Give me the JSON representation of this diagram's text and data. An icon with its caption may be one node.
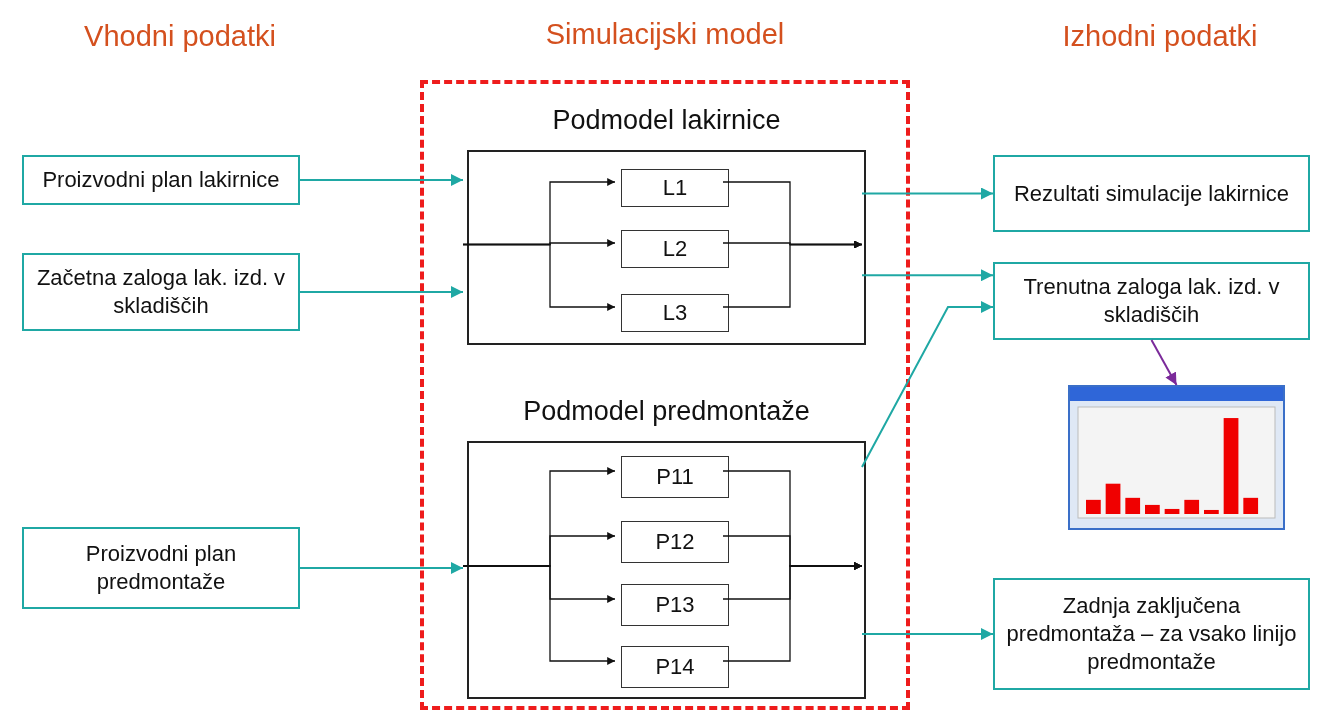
{
  "diagram": {
    "nodes": [
      {
        "text": [
          "Proizvodni plan lakirnice"
        ]
      },
      {
        "text": [
          "Začetna zaloga lak. izd. v skladiščih"
        ]
      },
      {
        "text": [
          "Proizvodni plan predmontaže"
        ]
      },
      {
        "text": [
          "Simulacijski model"
        ]
      },
      {
        "text": [
          "Podmodel lakirnice"
        ],
        "in": 3
      },
      {
        "text": [
          "L1"
        ],
        "in": 4
      },
      {
        "text": [
          "L2"
        ],
        "in": 4
      },
      {
        "text": [
          "L3"
        ],
        "in": 4
      },
      {
        "text": [
          "Podmodel predmontaže"
        ],
        "in": 3
      },
      {
        "text": [
          "P11"
        ],
        "in": 8
      },
      {
        "text": [
          "P12"
        ],
        "in": 8
      },
      {
        "text": [
          "P13"
        ],
        "in": 8
      },
      {
        "text": [
          "P14"
        ],
        "in": 8
      },
      {
        "text": [
          "Rezultati simulacije lakirnice"
        ]
      },
      {
        "text": [
          "Trenutna zaloga lak. izd. v skladiščih"
        ]
      },
      {
        "text": [],
        "shape": "picture"
      },
      {
        "text": [
          "Zadnja zaključena predmontaža – za vsako linijo predmontaže"
        ]
      }
    ],
    "edges": [
      {
        "from": 0,
        "to": 4,
        "arrow": "to",
        "color": "#1fa8a4"
      },
      {
        "from": 1,
        "to": 4,
        "arrow": "to",
        "color": "#1fa8a4"
      },
      {
        "from": 2,
        "to": 8,
        "arrow": "to",
        "color": "#1fa8a4"
      },
      {
        "from": 4,
        "to": 5,
        "arrow": "to"
      },
      {
        "from": 4,
        "to": 6,
        "arrow": "to"
      },
      {
        "from": 4,
        "to": 7,
        "arrow": "to"
      },
      {
        "from": 5,
        "to": 4,
        "arrow": "to"
      },
      {
        "from": 6,
        "to": 4,
        "arrow": "to"
      },
      {
        "from": 7,
        "to": 4,
        "arrow": "to"
      },
      {
        "from": 8,
        "to": 9,
        "arrow": "to"
      },
      {
        "from": 8,
        "to": 10,
        "arrow": "to"
      },
      {
        "from": 8,
        "to": 11,
        "arrow": "to"
      },
      {
        "from": 8,
        "to": 12,
        "arrow": "to"
      },
      {
        "from": 9,
        "to": 8,
        "arrow": "to"
      },
      {
        "from": 10,
        "to": 8,
        "arrow": "to"
      },
      {
        "from": 11,
        "to": 8,
        "arrow": "to"
      },
      {
        "from": 12,
        "to": 8,
        "arrow": "to"
      },
      {
        "from": 4,
        "to": 13,
        "arrow": "to",
        "color": "#1fa8a4"
      },
      {
        "from": 4,
        "to": 14,
        "arrow": "to",
        "color": "#1fa8a4"
      },
      {
        "from": 8,
        "to": 14,
        "arrow": "to",
        "color": "#1fa8a4"
      },
      {
        "from": 14,
        "to": 15,
        "arrow": "to",
        "color": "#7b2a9a"
      },
      {
        "from": 8,
        "to": 16,
        "arrow": "to",
        "color": "#1fa8a4"
      }
    ],
    "labels": [
      "Vhodni podatki",
      "Izhodni podatki"
    ]
  }
}
